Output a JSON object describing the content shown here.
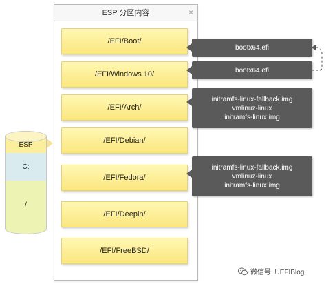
{
  "panel": {
    "title": "ESP 分区内容",
    "close_glyph": "×"
  },
  "folders": [
    "/EFI/Boot/",
    "/EFI/Windows 10/",
    "/EFI/Arch/",
    "/EFI/Debian/",
    "/EFI/Fedora/",
    "/EFI/Deepin/",
    "/EFI/FreeBSD/"
  ],
  "notes": {
    "boot": [
      "bootx64.efi"
    ],
    "windows": [
      "bootx64.efi"
    ],
    "arch": [
      "initramfs-linux-fallback.img",
      "vmlinuz-linux",
      "initramfs-linux.img"
    ],
    "fedora": [
      "initramfs-linux-fallback.img",
      "vmlinuz-linux",
      "initramfs-linux.img"
    ]
  },
  "disk": {
    "segments": [
      "ESP",
      "C:",
      "/"
    ]
  },
  "watermark": {
    "text": "微信号: UEFIBlog",
    "icon": "wechat-icon"
  },
  "colors": {
    "folder_fill": "#fbe77f",
    "note_fill": "#5a5a5a",
    "esp_segment": "#fbee9c",
    "c_segment": "#d9ebef",
    "root_segment": "#edf3b3"
  }
}
